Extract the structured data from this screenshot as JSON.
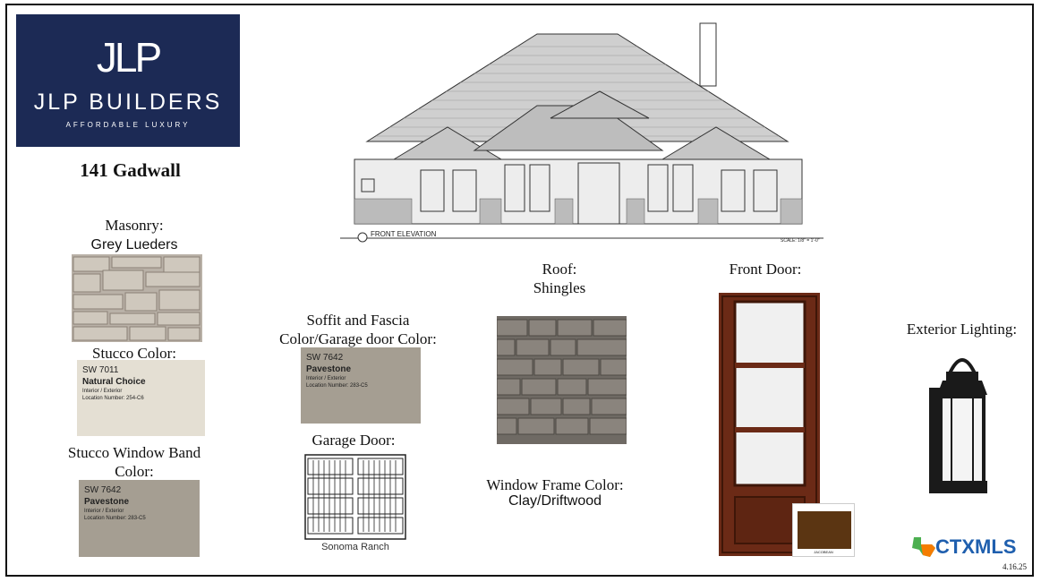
{
  "logo": {
    "monogram": "JLP",
    "name": "JLP BUILDERS",
    "tagline": "AFFORDABLE LUXURY"
  },
  "address": "141 Gadwall",
  "elevation": {
    "title": "FRONT ELEVATION",
    "scale": "SCALE: 1/8\" = 1'-0\""
  },
  "masonry": {
    "label": "Masonry:",
    "value": "Grey Lueders"
  },
  "stucco_color": {
    "label": "Stucco Color:",
    "code": "SW 7011",
    "name": "Natural Choice",
    "line1": "Interior / Exterior",
    "line2": "Location Number: 254-C6",
    "color": "#e4dfd3"
  },
  "stucco_band": {
    "label_line1": "Stucco Window Band",
    "label_line2": "Color:",
    "code": "SW 7642",
    "name": "Pavestone",
    "line1": "Interior / Exterior",
    "line2": "Location Number: 283-C5",
    "color": "#a59e92"
  },
  "soffit": {
    "label_line1": "Soffit and Fascia",
    "label_line2": "Color/Garage door Color:",
    "code": "SW 7642",
    "name": "Pavestone",
    "line1": "Interior / Exterior",
    "line2": "Location Number: 283-C5",
    "color": "#a59e92"
  },
  "garage": {
    "label": "Garage Door:",
    "style": "Sonoma Ranch"
  },
  "roof": {
    "label_line1": "Roof:",
    "label_line2": "Shingles"
  },
  "window_frame": {
    "label": "Window Frame Color:",
    "value": "Clay/Driftwood"
  },
  "front_door": {
    "label": "Front Door:",
    "stain": "JACOBEAN"
  },
  "lighting": {
    "label": "Exterior Lighting:"
  },
  "footer": {
    "mls": "CTXMLS",
    "date": "4.16.25"
  },
  "colors": {
    "navy": "#1c2a55",
    "door_wood": "#6b2a16",
    "mls_blue": "#1f5fae"
  }
}
